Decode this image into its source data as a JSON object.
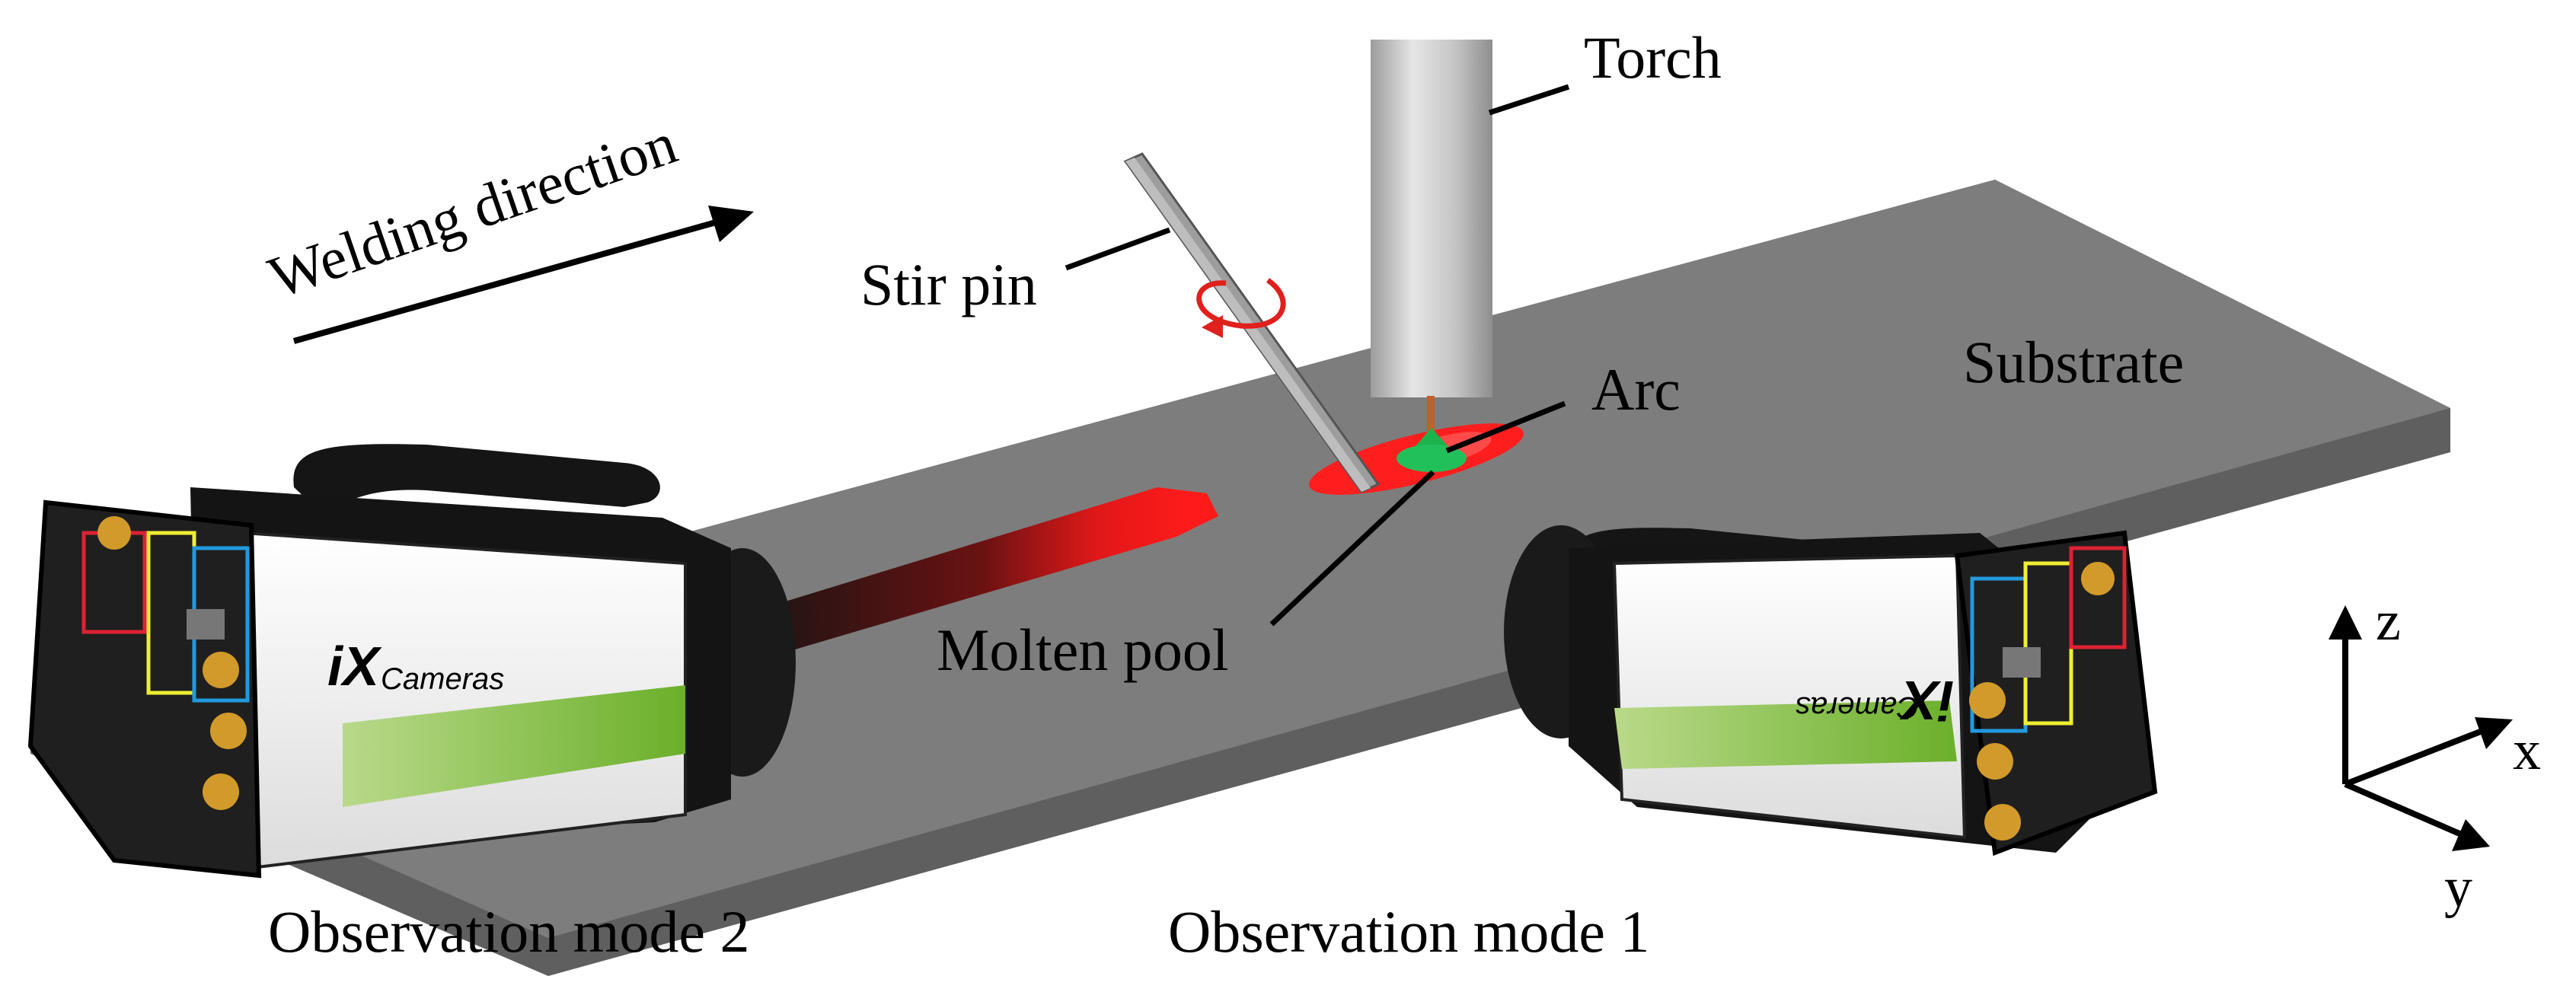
{
  "labels": {
    "torch": "Torch",
    "stir_pin": "Stir pin",
    "arc": "Arc",
    "substrate": "Substrate",
    "molten_pool": "Molten pool",
    "welding_direction": "Welding direction",
    "observation_mode_1": "Observation mode 1",
    "observation_mode_2": "Observation mode 2"
  },
  "axes": {
    "x": "x",
    "y": "y",
    "z": "z"
  },
  "camera": {
    "brand_mark": "iX",
    "brand_name": "Cameras"
  },
  "colors": {
    "substrate": "#7a7a7a",
    "substrate_edge": "#5e5e5e",
    "weld_bead_cold": "#1a1a1a",
    "molten_pool": "#ff1a1a",
    "arc": "#22b14c",
    "torch": "#c9c9c9",
    "rotation_arrow": "#e0201c",
    "camera_accent": "#8cc63f"
  },
  "icons": [
    "rotation-arrow-icon",
    "direction-arrow-icon",
    "axis-x-arrow-icon",
    "axis-y-arrow-icon",
    "axis-z-arrow-icon"
  ]
}
